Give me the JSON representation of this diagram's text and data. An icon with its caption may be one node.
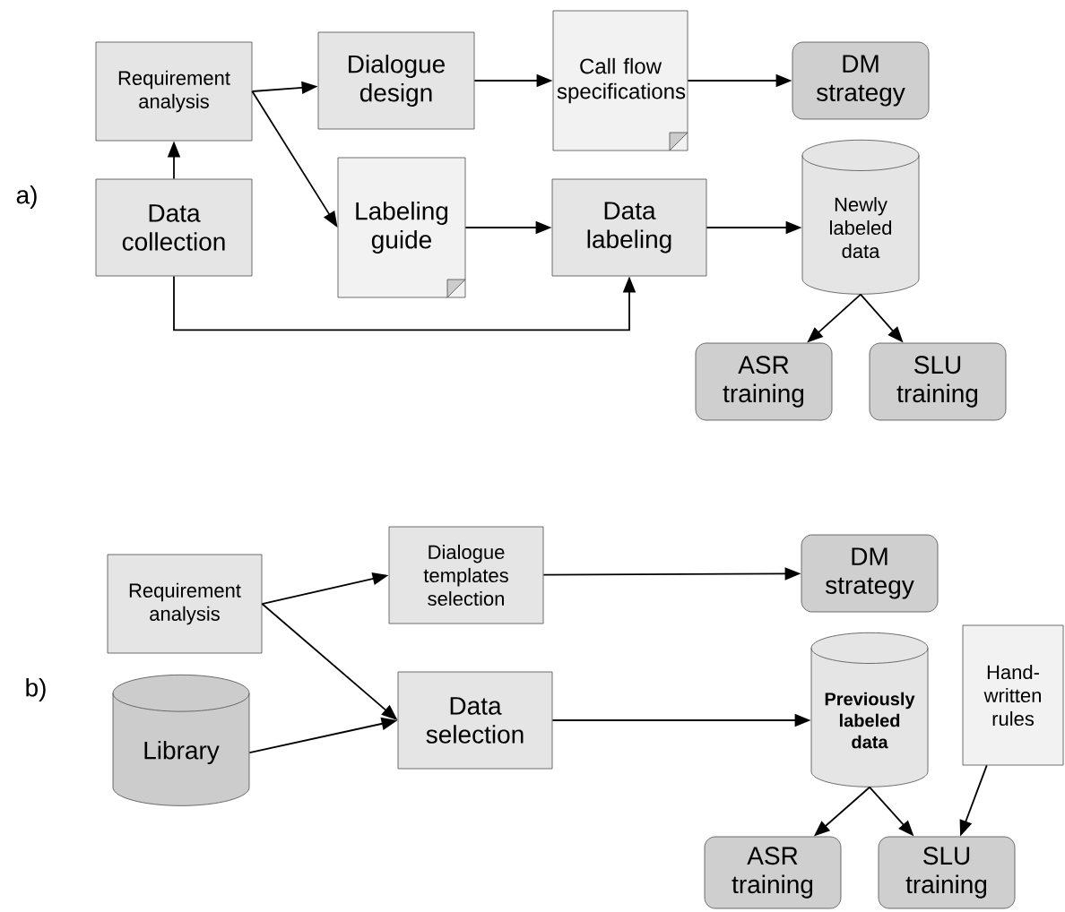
{
  "diagram": {
    "nodes": [
      {
        "text": [
          "Requirement analysis"
        ]
      },
      {
        "text": [
          "Dialogue design"
        ]
      },
      {
        "text": [
          "Call flow specifications"
        ]
      },
      {
        "text": [
          "DM strategy"
        ]
      },
      {
        "text": [
          "Data collection"
        ]
      },
      {
        "text": [
          "Labeling guide"
        ]
      },
      {
        "text": [
          "Data labeling"
        ]
      },
      {
        "text": [
          "Newly labeled data"
        ]
      },
      {
        "text": [
          "ASR training"
        ]
      },
      {
        "text": [
          "SLU training"
        ]
      },
      {
        "text": [
          "Requirement analysis"
        ]
      },
      {
        "text": [
          "Dialogue templates selection"
        ]
      },
      {
        "text": [
          "DM strategy"
        ]
      },
      {
        "text": [
          "Library"
        ]
      },
      {
        "text": [
          "Data selection"
        ]
      },
      {
        "text": [
          "Previously labeled data"
        ]
      },
      {
        "text": [
          "Hand-written rules"
        ]
      },
      {
        "text": [
          "ASR training"
        ]
      },
      {
        "text": [
          "SLU training"
        ]
      }
    ],
    "edges": [
      {
        "from": 4,
        "to": 0,
        "arrow": "to"
      },
      {
        "from": 0,
        "to": 1,
        "arrow": "to"
      },
      {
        "from": 0,
        "to": 5,
        "arrow": "to"
      },
      {
        "from": 1,
        "to": 2,
        "arrow": "to"
      },
      {
        "from": 2,
        "to": 3,
        "arrow": "to"
      },
      {
        "from": 5,
        "to": 6,
        "arrow": "to"
      },
      {
        "from": 4,
        "to": 6,
        "arrow": "to"
      },
      {
        "from": 6,
        "to": 7,
        "arrow": "to"
      },
      {
        "from": 7,
        "to": 8,
        "arrow": "to"
      },
      {
        "from": 7,
        "to": 9,
        "arrow": "to"
      },
      {
        "from": 10,
        "to": 11,
        "arrow": "to"
      },
      {
        "from": 10,
        "to": 14,
        "arrow": "to"
      },
      {
        "from": 13,
        "to": 14,
        "arrow": "to"
      },
      {
        "from": 11,
        "to": 12,
        "arrow": "to"
      },
      {
        "from": 14,
        "to": 15,
        "arrow": "to"
      },
      {
        "from": 15,
        "to": 17,
        "arrow": "to"
      },
      {
        "from": 15,
        "to": 18,
        "arrow": "to"
      },
      {
        "from": 16,
        "to": 18,
        "arrow": "to"
      }
    ],
    "labels": [
      "a)",
      "b)"
    ]
  }
}
